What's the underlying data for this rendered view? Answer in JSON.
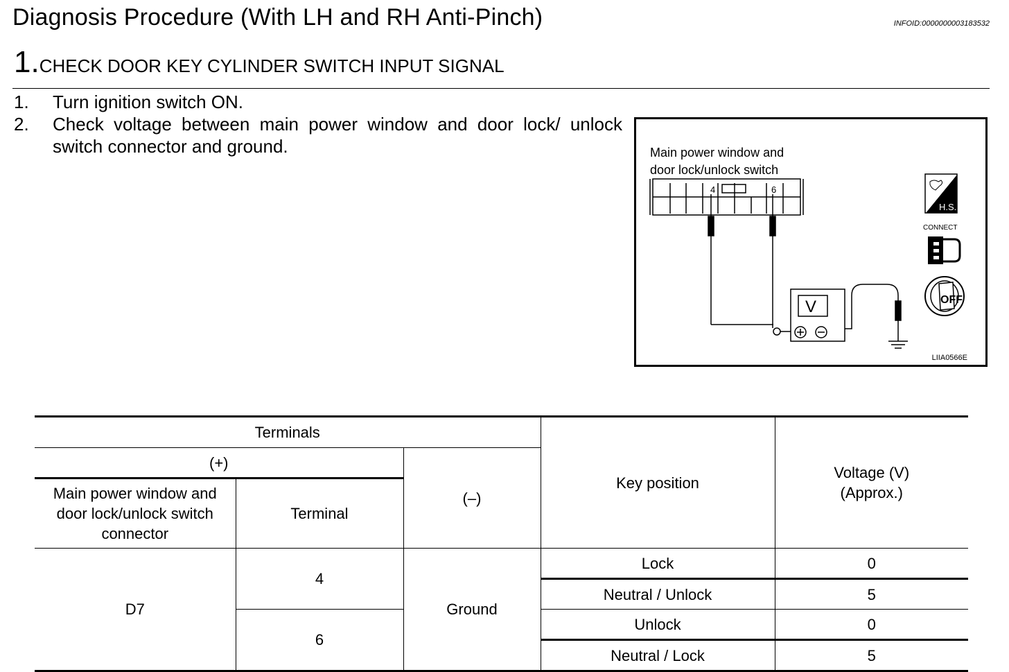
{
  "header": {
    "title": "Diagnosis Procedure (With LH and RH Anti-Pinch)",
    "info_id": "INFOID:0000000003183532"
  },
  "step": {
    "number": "1.",
    "title": "CHECK DOOR KEY CYLINDER SWITCH INPUT SIGNAL"
  },
  "instructions": [
    {
      "num": "1.",
      "text": "Turn ignition switch ON."
    },
    {
      "num": "2.",
      "text": "Check voltage between main power window and door lock/ unlock switch connector and ground."
    }
  ],
  "figure": {
    "label_line1": "Main power window and",
    "label_line2": "door lock/unlock switch",
    "pin_a": "4",
    "pin_b": "6",
    "meter": "V",
    "meter_plus": "+",
    "meter_minus": "−",
    "hs_label": "H.S.",
    "connect_label": "CONNECT",
    "off_label": "OFF",
    "code": "LIIA0566E"
  },
  "table": {
    "terminals": "Terminals",
    "plus": "(+)",
    "minus": "(–)",
    "connector_header": "Main power window and door lock/unlock switch connector",
    "terminal_header": "Terminal",
    "key_position": "Key position",
    "voltage_line1": "Voltage (V)",
    "voltage_line2": "(Approx.)",
    "connector": "D7",
    "ground": "Ground",
    "terminal_a": "4",
    "terminal_b": "6",
    "rows": [
      {
        "key": "Lock",
        "volt": "0"
      },
      {
        "key": "Neutral / Unlock",
        "volt": "5"
      },
      {
        "key": "Unlock",
        "volt": "0"
      },
      {
        "key": "Neutral / Lock",
        "volt": "5"
      }
    ]
  }
}
